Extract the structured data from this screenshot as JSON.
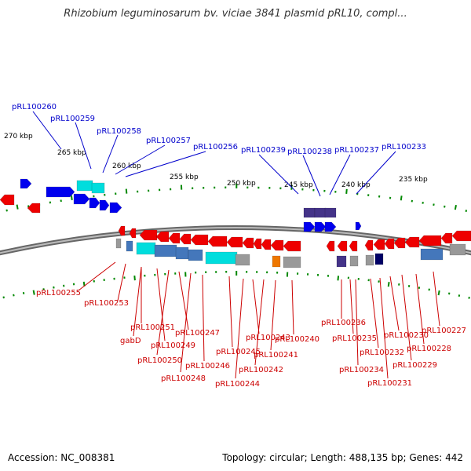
{
  "title": "Rhizobium leguminosarum bv. viciae 3841 plasmid pRL10, compl...",
  "footer": {
    "accession": "Accession: NC_008381",
    "topology": "Topology: circular; Length: 488,135 bp; Genes: 442"
  },
  "scale_labels": [
    "270 kbp",
    "265 kbp",
    "260 kbp",
    "255 kbp",
    "250 kbp",
    "245 kbp",
    "240 kbp",
    "235 kbp"
  ],
  "colors": {
    "forward_label": "#0000cc",
    "reverse_label": "#cc0000",
    "forward_gene": "#0000ee",
    "reverse_gene": "#ee0000",
    "tick": "#008800",
    "backbone": "#888888",
    "cyan": "#00dddd",
    "steelblue": "#4477bb",
    "slate": "#443388",
    "grey": "#999999",
    "orange": "#ee7700",
    "navy": "#000066"
  },
  "forward_labels": [
    "pRL100260",
    "pRL100259",
    "pRL100258",
    "pRL100257",
    "pRL100256",
    "pRL100239",
    "pRL100238",
    "pRL100237",
    "pRL100233"
  ],
  "reverse_labels": [
    "pRL100255",
    "pRL100253",
    "pRL100251",
    "gabD",
    "pRL100249",
    "pRL100250",
    "pRL100247",
    "pRL100248",
    "pRL100246",
    "pRL100245",
    "pRL100244",
    "pRL100243",
    "pRL100242",
    "pRL100241",
    "pRL100240",
    "pRL100236",
    "pRL100235",
    "pRL100234",
    "pRL100232",
    "pRL100231",
    "pRL100230",
    "pRL100229",
    "pRL100228",
    "pRL100227"
  ]
}
